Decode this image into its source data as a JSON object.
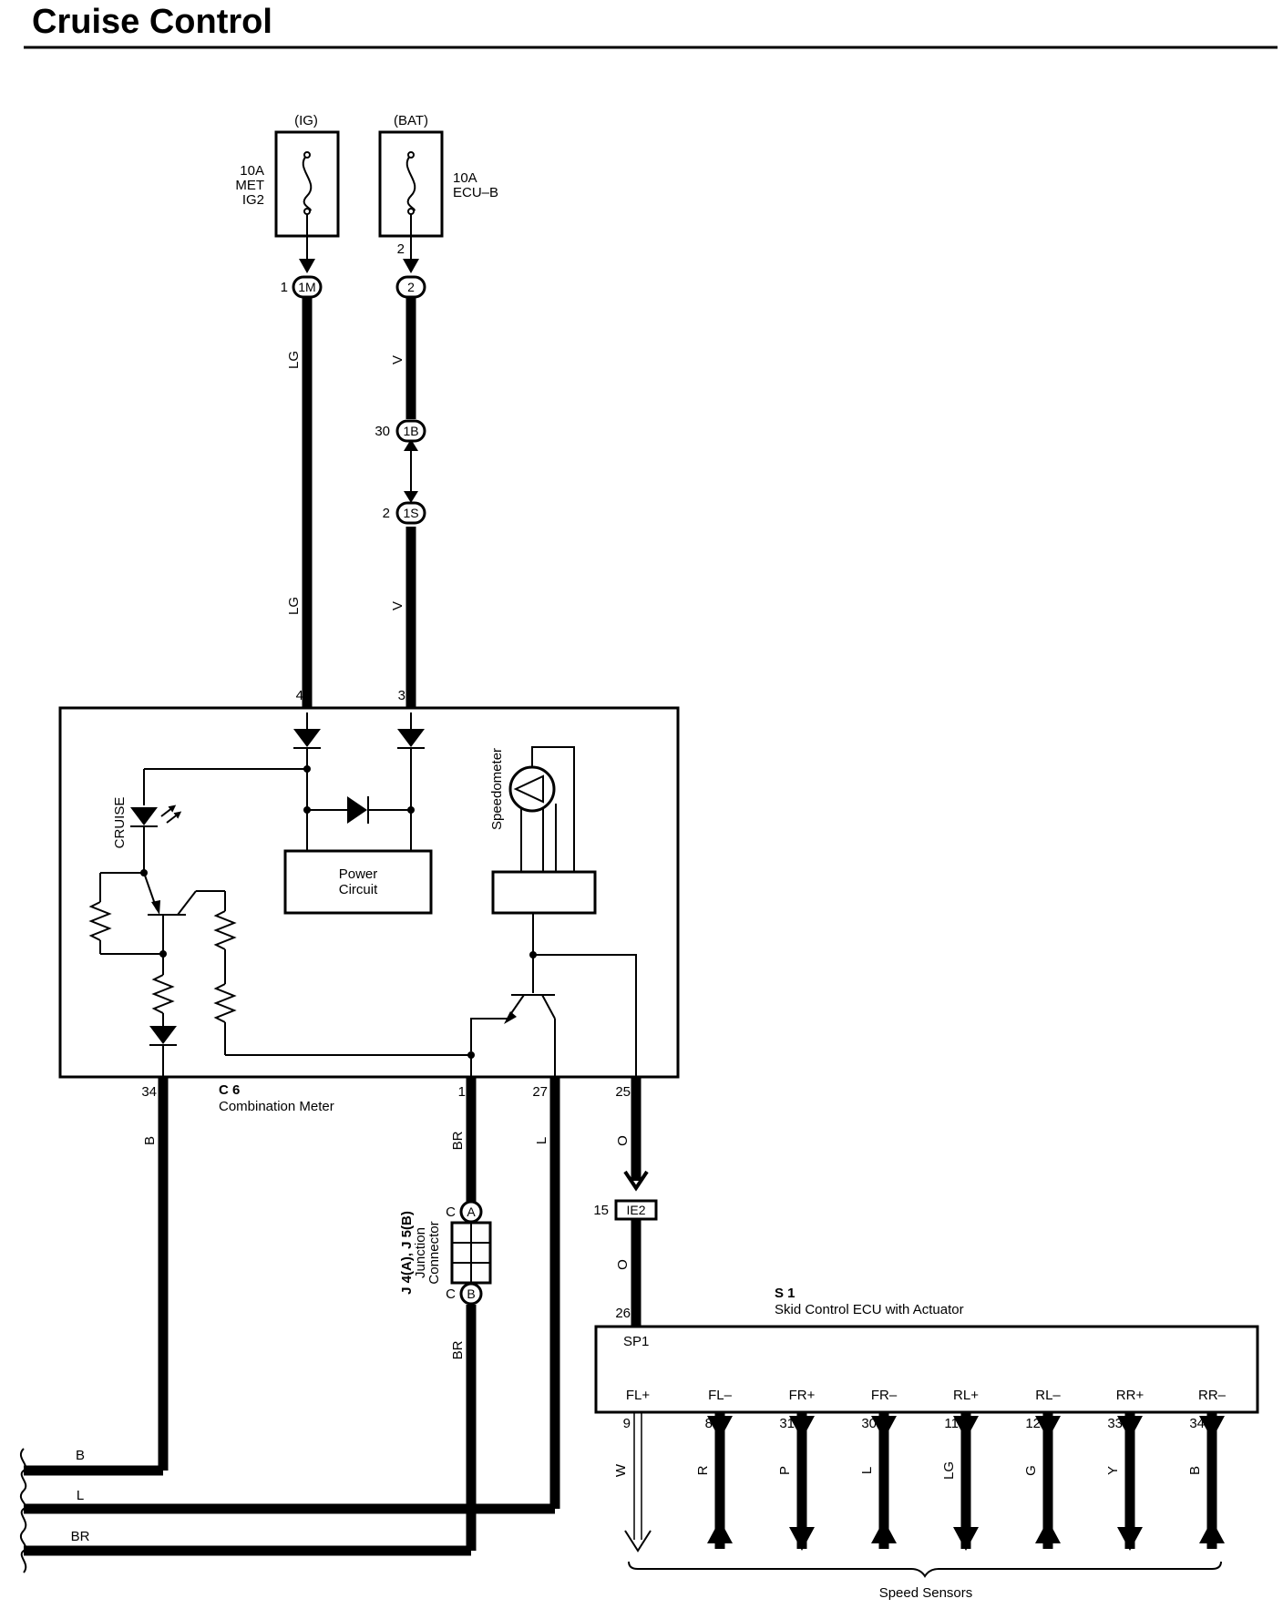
{
  "title": "Cruise Control",
  "fuses": {
    "ig": {
      "supply": "(IG)",
      "rating": "10A",
      "name1": "MET",
      "name2": "IG2"
    },
    "bat": {
      "supply": "(BAT)",
      "rating": "10A",
      "name": "ECU–B",
      "pin": "2"
    }
  },
  "connectors": {
    "c1m": {
      "pin": "1",
      "code": "1M"
    },
    "c2": {
      "code": "2"
    },
    "c1b": {
      "pin": "30",
      "code": "1B"
    },
    "c1s": {
      "pin": "2",
      "code": "1S"
    },
    "ie2": {
      "pin": "15",
      "code": "IE2"
    }
  },
  "wire_colors": {
    "lg_top": "LG",
    "v_top": "V",
    "lg_mid": "LG",
    "v_mid": "V",
    "b_meter": "B",
    "br_meter": "BR",
    "l_meter": "L",
    "o_meter": "O",
    "o_ecu": "O",
    "br_jc": "BR",
    "bottom_b": "B",
    "bottom_l": "L",
    "bottom_br": "BR"
  },
  "meter": {
    "code": "C 6",
    "name": "Combination Meter",
    "pins": {
      "p4": "4",
      "p3": "3",
      "p34": "34",
      "p1": "1",
      "p27": "27",
      "p25": "25"
    },
    "cruise": "CRUISE",
    "power_line1": "Power",
    "power_line2": "Circuit",
    "speedometer": "Speedometer"
  },
  "junction": {
    "name1": "J 4(A), J 5(B)",
    "name2": "Junction",
    "name3": "Connector",
    "pin_a": "C",
    "code_a": "A",
    "pin_b": "C",
    "code_b": "B"
  },
  "ecu": {
    "code": "S 1",
    "name": "Skid Control ECU with Actuator",
    "pin26": "26",
    "sp1": "SP1",
    "terminals": [
      {
        "name": "FL+",
        "pin": "9",
        "color": "W"
      },
      {
        "name": "FL–",
        "pin": "8",
        "color": "R"
      },
      {
        "name": "FR+",
        "pin": "31",
        "color": "P"
      },
      {
        "name": "FR–",
        "pin": "30",
        "color": "L"
      },
      {
        "name": "RL+",
        "pin": "11",
        "color": "LG"
      },
      {
        "name": "RL–",
        "pin": "12",
        "color": "G"
      },
      {
        "name": "RR+",
        "pin": "33",
        "color": "Y"
      },
      {
        "name": "RR–",
        "pin": "34",
        "color": "B"
      }
    ],
    "speed_sensors": "Speed Sensors"
  }
}
